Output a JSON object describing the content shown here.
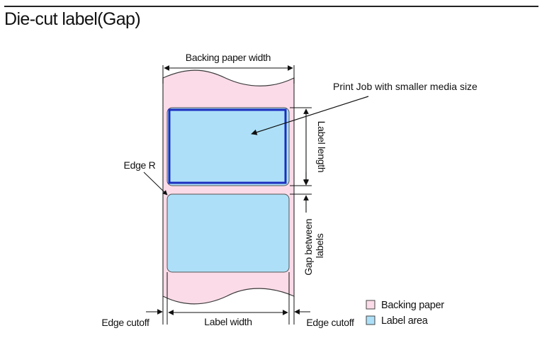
{
  "page": {
    "title": "Die-cut label(Gap)"
  },
  "diagram": {
    "dimension_labels": {
      "backing_paper_width": "Backing paper width",
      "label_length": "Label length",
      "gap_between_labels_line1": "Gap between",
      "gap_between_labels_line2": "labels",
      "edge_r": "Edge R",
      "edge_cutoff_left": "Edge cutoff",
      "label_width": "Label width",
      "edge_cutoff_right": "Edge cutoff"
    },
    "annotation": {
      "text": "Print Job with smaller media size"
    },
    "legend": [
      {
        "label": "Backing paper",
        "color": "#fbdbe8",
        "icon": "backing-paper-swatch"
      },
      {
        "label": "Label area",
        "color": "#ade0f8",
        "icon": "label-area-swatch"
      }
    ],
    "colors": {
      "backing_paper": "#fbdbe8",
      "label_area": "#ade0f8",
      "highlight_outline": "#1b2fbf",
      "outline": "#3a3a3a"
    }
  }
}
